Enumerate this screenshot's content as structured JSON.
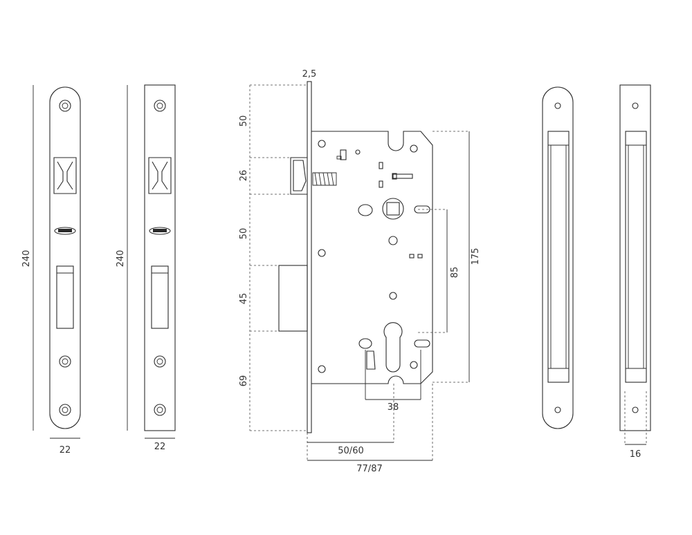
{
  "dimensions": {
    "faceplate_round_height": "240",
    "faceplate_round_width": "22",
    "faceplate_square_height": "240",
    "faceplate_square_width": "22",
    "plate_thickness": "2,5",
    "seg_top": "50",
    "seg_latch": "26",
    "seg_mid": "50",
    "seg_deadbolt": "45",
    "seg_bottom": "69",
    "case_height": "175",
    "handle_to_cylinder": "85",
    "spindle_offset": "38",
    "backset": "50/60",
    "total_depth": "77/87",
    "side_width": "16"
  }
}
